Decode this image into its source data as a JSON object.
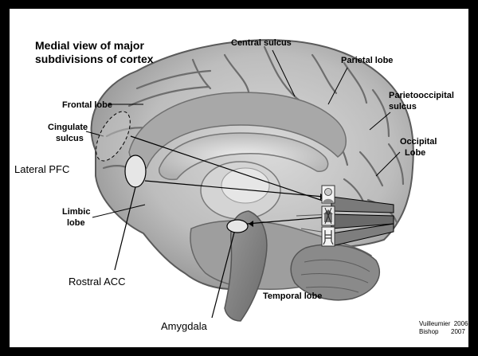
{
  "title": {
    "line1": "Medial view of major",
    "line2": "subdivisions of cortex"
  },
  "labels": {
    "central_sulcus": "Central sulcus",
    "parietal_lobe": "Parietal lobe",
    "parietooccipital_1": "Parietooccipital",
    "parietooccipital_2": "sulcus",
    "frontal_lobe": "Frontal lobe",
    "cingulate_1": "Cingulate",
    "cingulate_2": "sulcus",
    "occipital_1": "Occipital",
    "occipital_2": "Lobe",
    "limbic_1": "Limbic",
    "limbic_2": "lobe",
    "temporal_lobe": "Temporal lobe"
  },
  "annotations": {
    "lateral_pfc": "Lateral PFC",
    "rostral_acc": "Rostral ACC",
    "amygdala": "Amygdala"
  },
  "citation": {
    "line1": "Vuilleumier  2006",
    "line2": "Bishop       2007"
  }
}
